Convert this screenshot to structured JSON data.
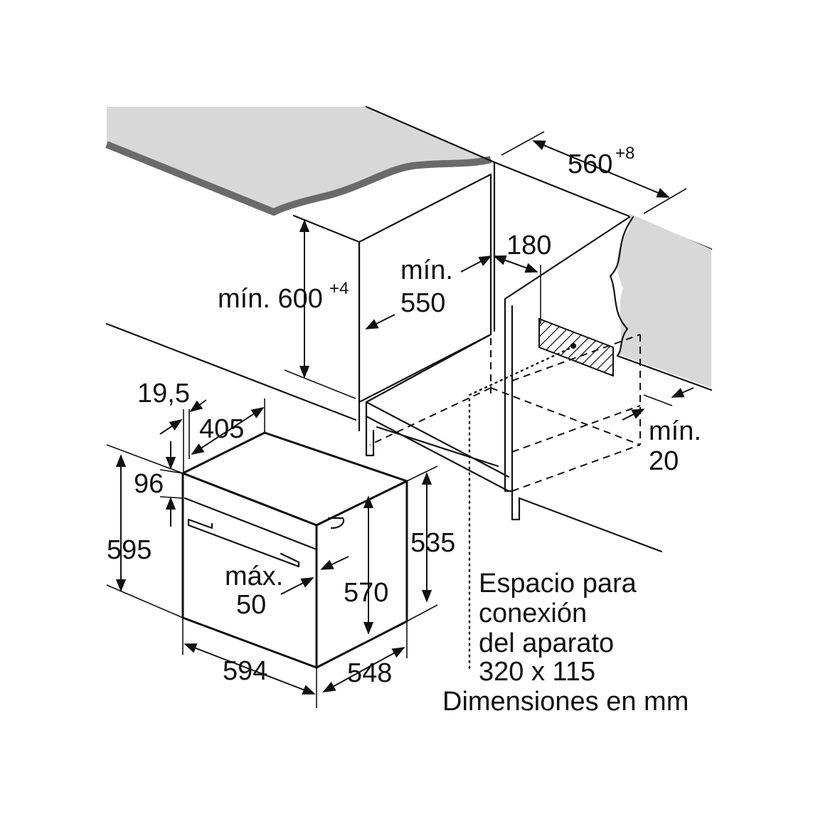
{
  "colors": {
    "background": "#ffffff",
    "line": "#111111",
    "shade": "#d8d8d8",
    "countertop_edge": "#6a6a6a"
  },
  "labels": {
    "width_cutout": "560",
    "width_cutout_tol": "+8",
    "height_cutout_prefix": "mín. 600",
    "height_cutout_tol": "+4",
    "depth_min_line1": "mín.",
    "depth_min_line2": "550",
    "back_clearance": "180",
    "gap_min_line1": "mín.",
    "gap_min_line2": "20",
    "front_thickness": "19,5",
    "door_depth": "405",
    "top_offset": "96",
    "total_height": "595",
    "body_height_right": "535",
    "body_height_inner": "570",
    "handle_max_line1": "máx.",
    "handle_max_line2": "50",
    "total_width": "594",
    "total_depth": "548",
    "connection_line1": "Espacio para",
    "connection_line2": "conexión",
    "connection_line3": "del aparato",
    "connection_line4": "320 x 115",
    "units_note": "Dimensiones en mm"
  }
}
